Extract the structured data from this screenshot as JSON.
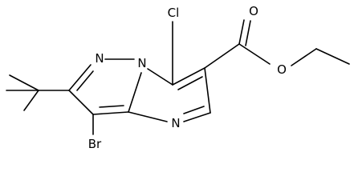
{
  "molecule": {
    "atoms": {
      "cl": "Cl",
      "br": "Br",
      "n1": "N",
      "n_bridge": "N",
      "n_lower": "N",
      "o_carbonyl": "O",
      "o_ester": "O"
    }
  }
}
